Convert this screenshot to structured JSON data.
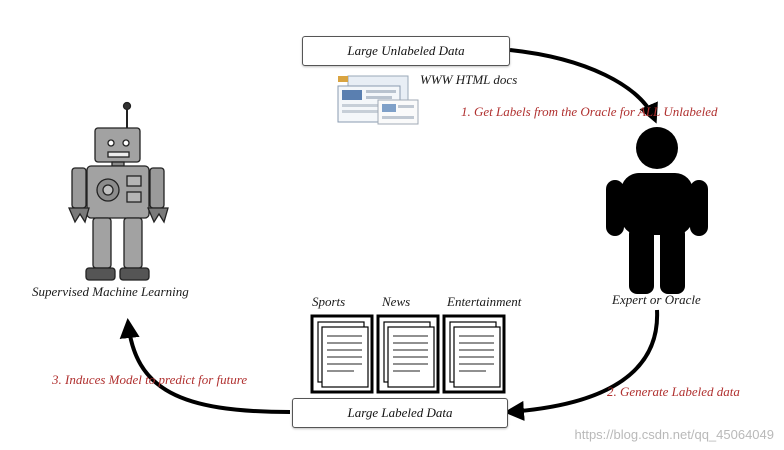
{
  "nodes": {
    "unlabeled_box": "Large Unlabeled Data",
    "www_docs": "WWW HTML docs",
    "oracle_caption": "Expert or Oracle",
    "robot_caption": "Supervised Machine Learning",
    "labeled_box": "Large Labeled Data"
  },
  "steps": {
    "step1": "1. Get Labels from the Oracle for ALL Unlabeled",
    "step2": "2. Generate Labeled data",
    "step3": "3. Induces Model to predict for future"
  },
  "categories": [
    "Sports",
    "News",
    "Entertainment"
  ],
  "colors": {
    "step_text": "#b0302f",
    "arrow": "#000000",
    "robot_body": "#9e9e9e"
  },
  "watermark": "https://blog.csdn.net/qq_45064049"
}
